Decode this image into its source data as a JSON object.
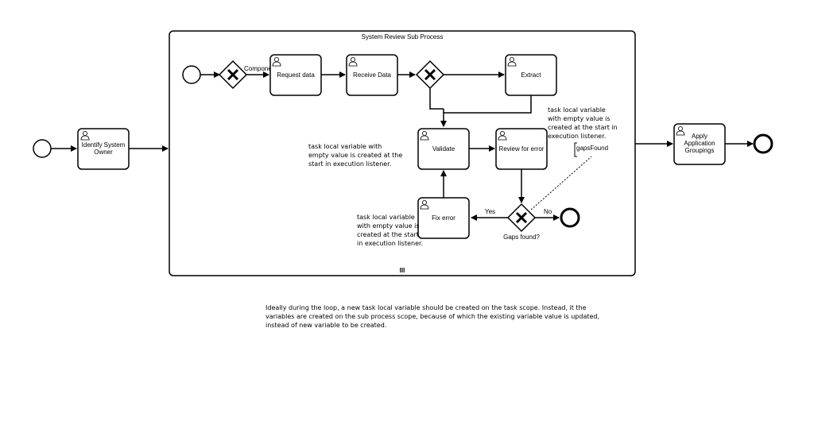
{
  "subprocess": {
    "title": "System Review Sub Process",
    "marker": "III"
  },
  "tasks": {
    "identify_system_owner": [
      "Identify System",
      "Owner"
    ],
    "request_data": "Request data",
    "receive_data": "Receive Data",
    "extract": "Extract",
    "validate": "Validate",
    "review_for_error": "Review for error",
    "fix_error": "Fix error",
    "apply_application_groupings": [
      "Apply",
      "Application",
      "Groupings"
    ]
  },
  "flow_labels": {
    "component": "Component",
    "yes": "Yes",
    "no": "No",
    "gaps_found": "Gaps found?"
  },
  "data_object": {
    "label": "gapsFound"
  },
  "annotations": {
    "validate_note": [
      "task local variable with",
      "empty value is created at the",
      "start in execution listener."
    ],
    "review_note": [
      "task local variable",
      "with empty value is",
      "created at the start in",
      "execution listener."
    ],
    "fix_note": [
      "task local variable",
      "with empty value is",
      "created at the start",
      "in execution listener."
    ]
  },
  "footnote": [
    "Ideally during the loop, a new task local variable should be created on the task scope. Instead, it the",
    "variables are created on the sub process scope, because of which the existing variable value is updated,",
    "instead of new variable to be created."
  ]
}
